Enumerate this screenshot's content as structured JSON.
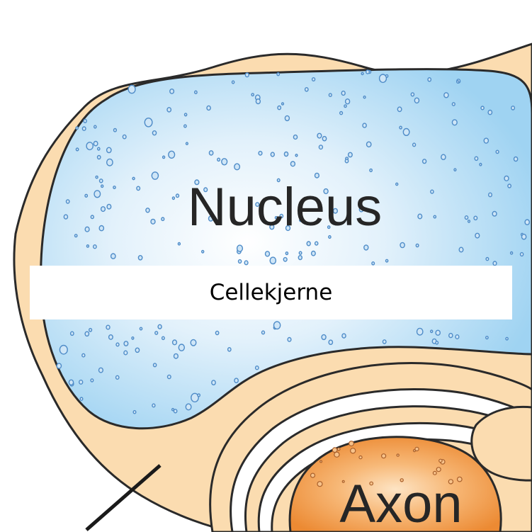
{
  "labels": {
    "nucleus": "Nucleus",
    "nucleus_caption": "Cellekjerne",
    "axon": "Axon"
  },
  "colors": {
    "cytoplasm": "#fbdcb0",
    "nucleus_center": "#ffffff",
    "nucleus_edge": "#9fd3f2",
    "axon_center": "#fbd2a0",
    "axon_edge": "#ed8f3c",
    "outline": "#2a2a2a",
    "speck_nucleus": "#4f8cc8",
    "speck_axon": "#a9602c"
  },
  "icons": {
    "pointer": "pointer-line-icon"
  }
}
